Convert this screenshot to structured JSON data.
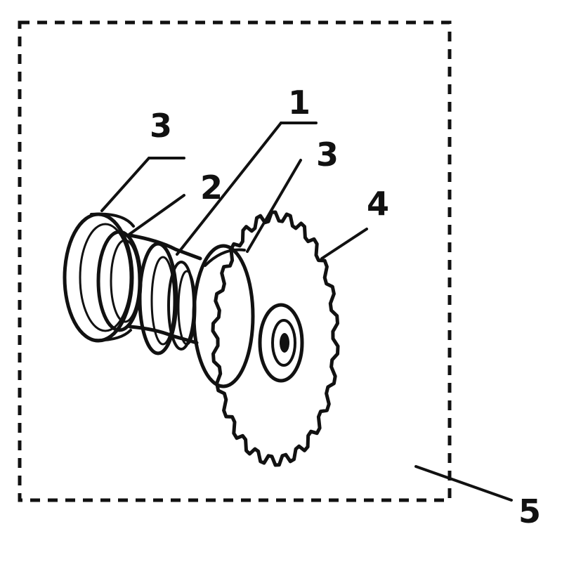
{
  "diagram": {
    "callouts": [
      {
        "id": "c1",
        "label": "1"
      },
      {
        "id": "c2",
        "label": "2"
      },
      {
        "id": "c3a",
        "label": "3"
      },
      {
        "id": "c3b",
        "label": "3"
      },
      {
        "id": "c4",
        "label": "4"
      },
      {
        "id": "c5",
        "label": "5"
      }
    ],
    "colors": {
      "ink": "#111111",
      "background": "#ffffff"
    }
  }
}
